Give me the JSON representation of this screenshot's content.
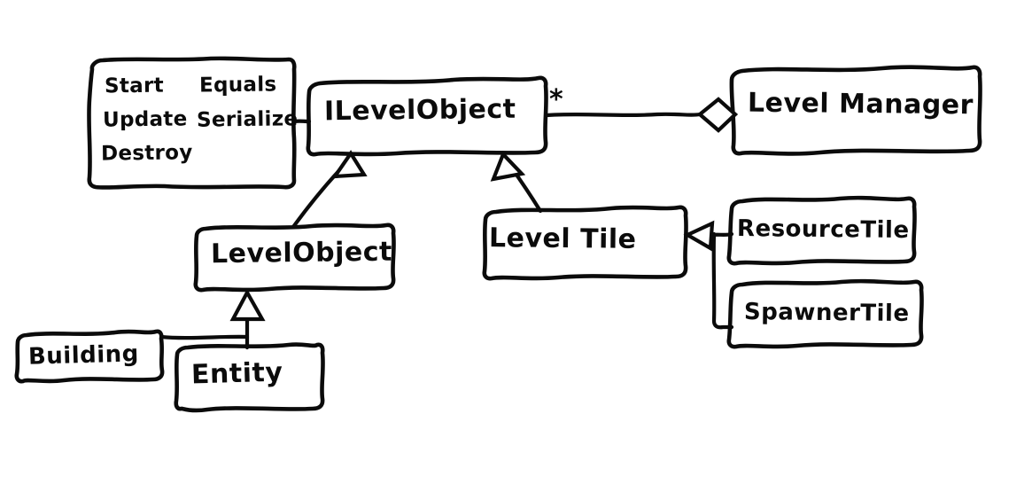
{
  "diagram": {
    "kind": "uml-class-diagram",
    "style": "hand-drawn sketch",
    "stroke_color": "#0b0b0b",
    "background_color": "#ffffff",
    "methods_box": {
      "column_left": [
        "Start",
        "Update",
        "Destroy"
      ],
      "column_right": [
        "Equals",
        "Serialize"
      ],
      "items": {
        "start": "Start",
        "update": "Update",
        "destroy": "Destroy",
        "equals": "Equals",
        "serialize": "Serialize"
      }
    },
    "classes": {
      "ilevelobject": "ILevelObject",
      "levelmanager": "Level Manager",
      "levelobject": "LevelObject",
      "leveltile": "Level Tile",
      "resourcetile": "ResourceTile",
      "spawnertile": "SpawnerTile",
      "building": "Building",
      "entity": "Entity"
    },
    "multiplicity": {
      "ilevelobject_to_levelmanager": "*"
    },
    "relationships": [
      {
        "from": "LevelObject",
        "to": "ILevelObject",
        "type": "generalization"
      },
      {
        "from": "Level Tile",
        "to": "ILevelObject",
        "type": "generalization"
      },
      {
        "from": "ILevelObject",
        "to": "Level Manager",
        "type": "aggregation",
        "multiplicity": "*"
      },
      {
        "from": "Entity",
        "to": "LevelObject",
        "type": "generalization"
      },
      {
        "from": "Building",
        "to": "LevelObject",
        "type": "generalization"
      },
      {
        "from": "ResourceTile",
        "to": "Level Tile",
        "type": "generalization"
      },
      {
        "from": "SpawnerTile",
        "to": "Level Tile",
        "type": "generalization"
      },
      {
        "from": "ILevelObject",
        "to": "methods-box",
        "type": "note-link"
      }
    ]
  }
}
